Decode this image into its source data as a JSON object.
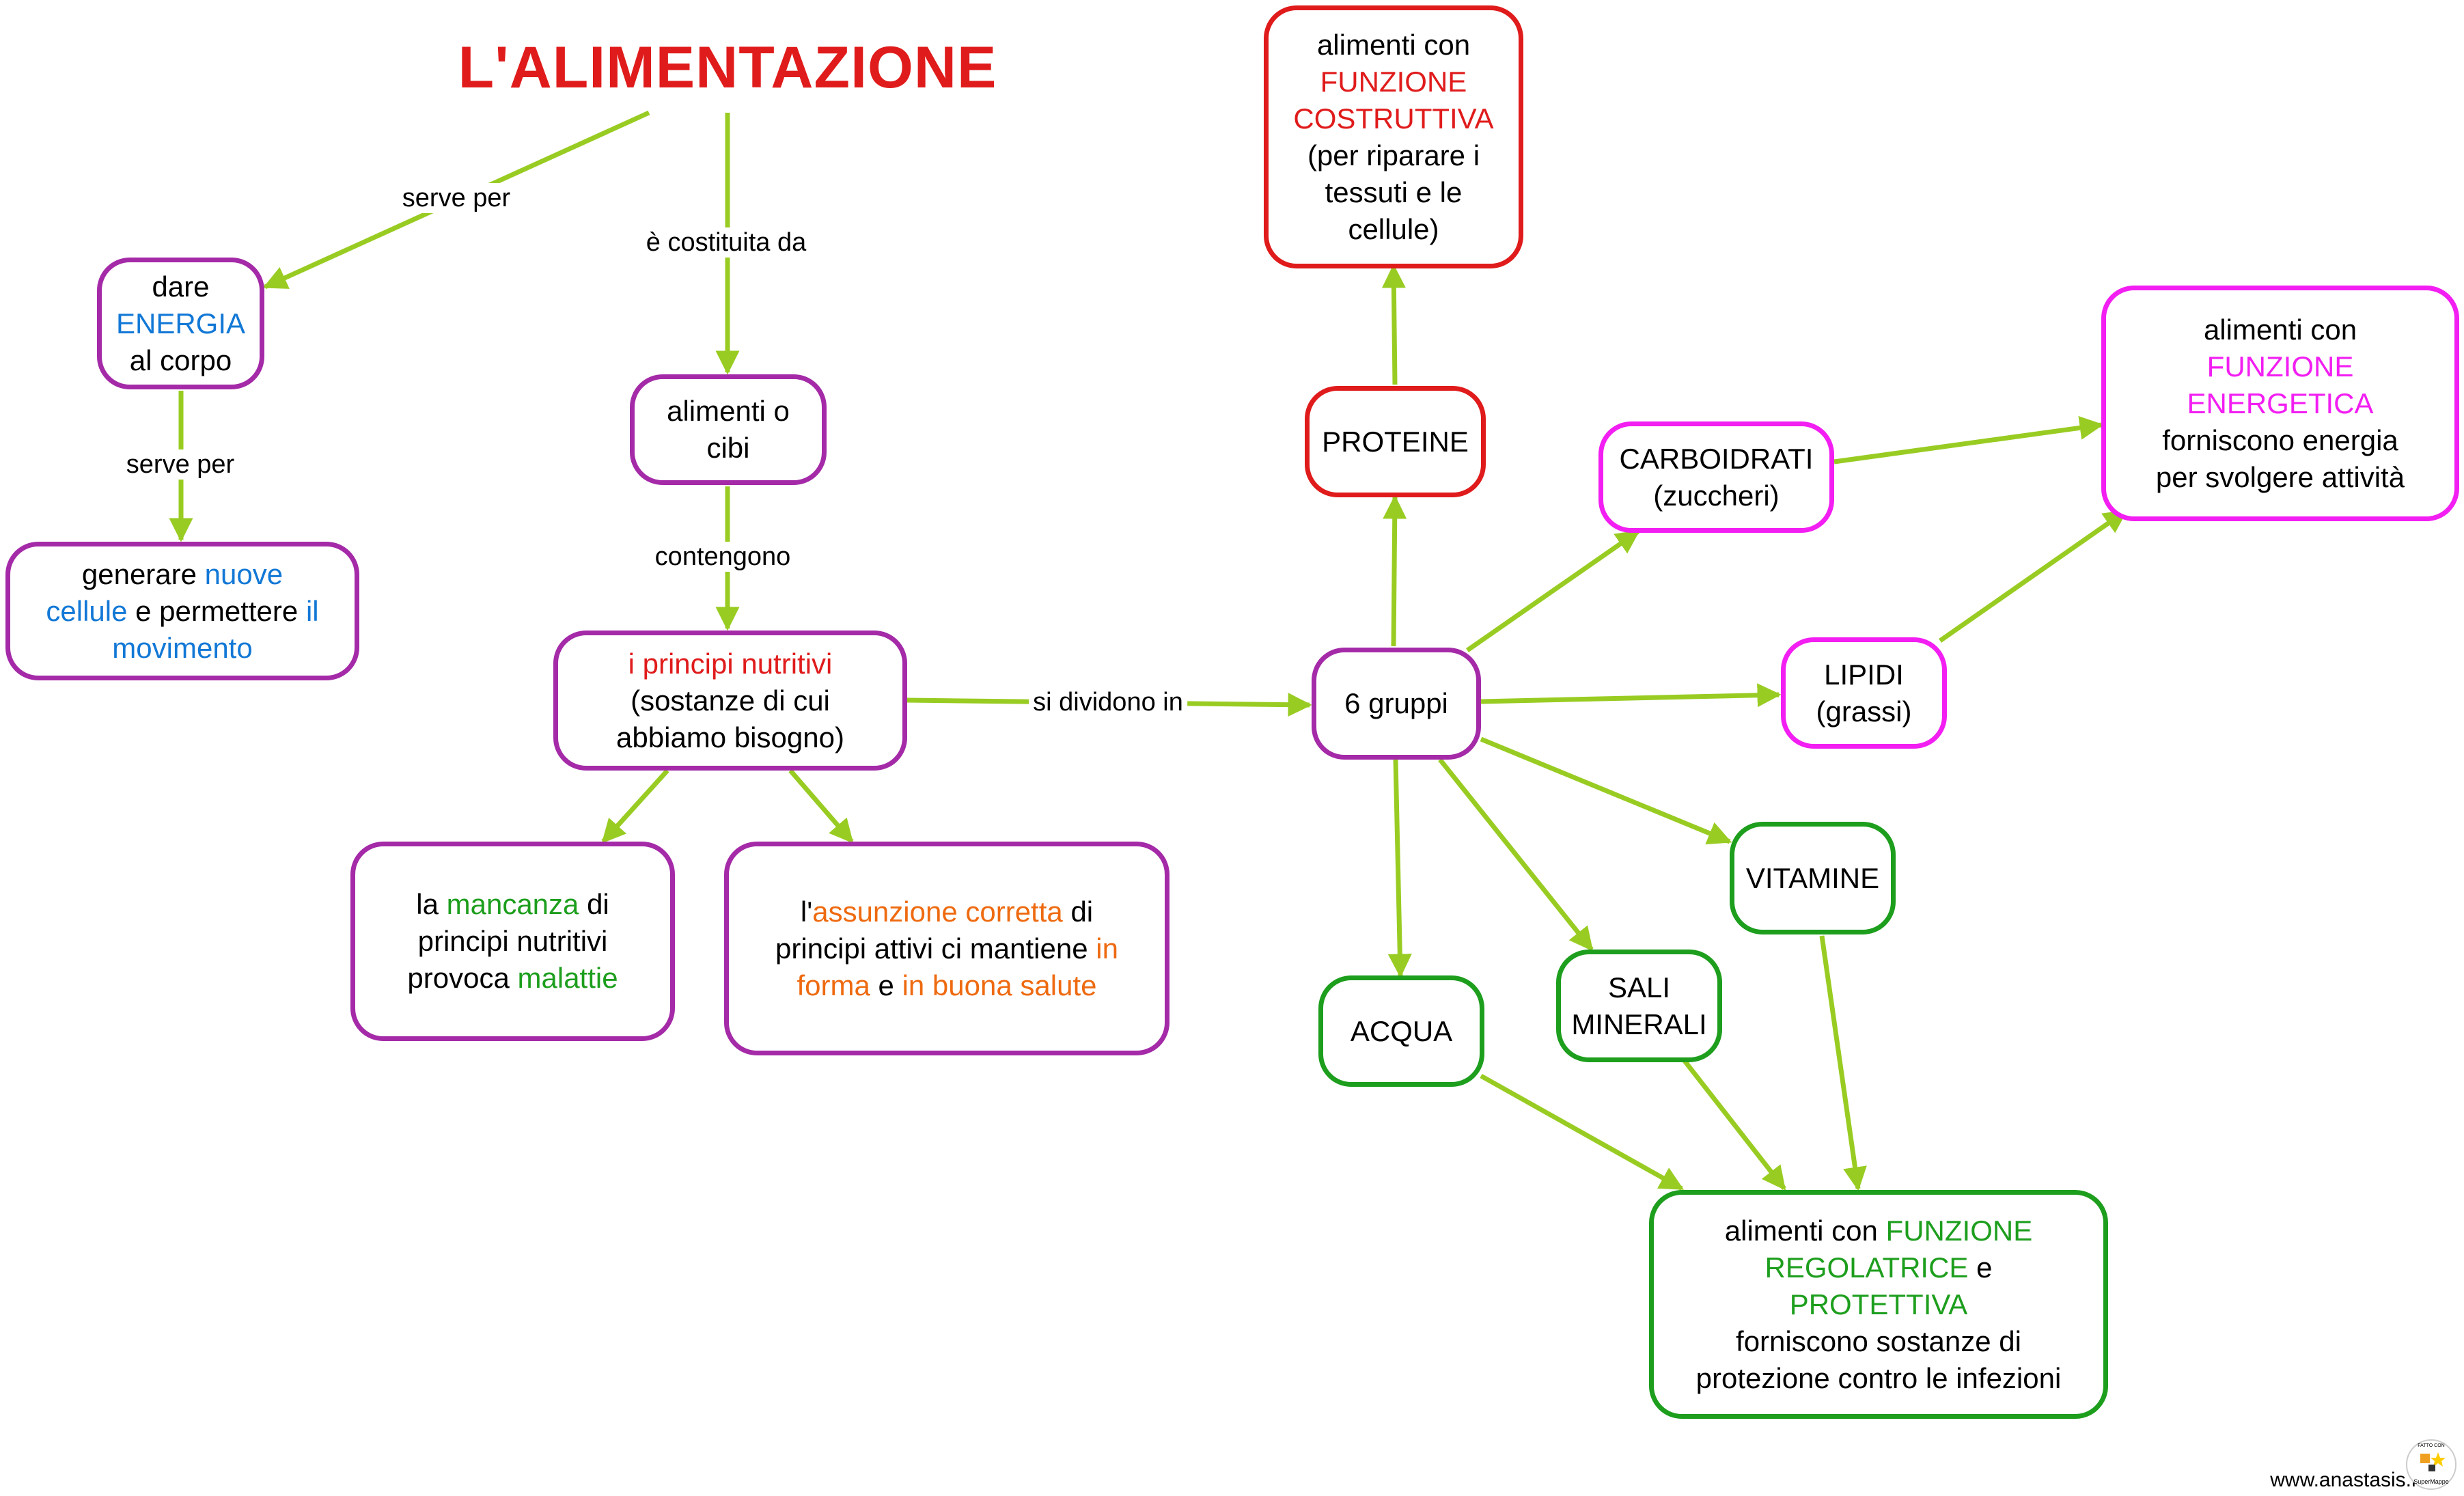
{
  "title": "L'ALIMENTAZIONE",
  "nodes": {
    "dare_energia": {
      "t1": "dare",
      "t2": "ENERGIA",
      "t3": "al corpo"
    },
    "generare": {
      "t1": "generare",
      "t2": "nuove",
      "t3": "cellule",
      "t4": "e permettere",
      "t5": "il",
      "t6": "movimento"
    },
    "alimenti_cibi": {
      "t1": "alimenti o",
      "t2": "cibi"
    },
    "principi": {
      "t1": "i principi nutritivi",
      "t2": "(sostanze di cui",
      "t3": "abbiamo bisogno)"
    },
    "mancanza": {
      "t1": "la",
      "t2": "mancanza",
      "t3": "di",
      "t4": "principi nutritivi",
      "t5": "provoca",
      "t6": "malattie"
    },
    "assunzione": {
      "t1": "l'",
      "t2": "assunzione corretta",
      "t3": "di",
      "t4": "principi attivi ci mantiene",
      "t5": "in",
      "t6": "forma",
      "t7": "e",
      "t8": "in buona salute"
    },
    "costruttiva": {
      "t1": "alimenti con",
      "t2": "FUNZIONE",
      "t3": "COSTRUTTIVA",
      "t4": "(per riparare i",
      "t5": "tessuti e le",
      "t6": "cellule)"
    },
    "proteine": {
      "t1": "PROTEINE"
    },
    "gruppi": {
      "t1": "6 gruppi"
    },
    "carboidrati": {
      "t1": "CARBOIDRATI",
      "t2": "(zuccheri)"
    },
    "energetica": {
      "t1": "alimenti con",
      "t2": "FUNZIONE",
      "t3": "ENERGETICA",
      "t4": "forniscono energia",
      "t5": "per svolgere attività"
    },
    "lipidi": {
      "t1": "LIPIDI",
      "t2": "(grassi)"
    },
    "vitamine": {
      "t1": "VITAMINE"
    },
    "sali": {
      "t1": "SALI",
      "t2": "MINERALI"
    },
    "acqua": {
      "t1": "ACQUA"
    },
    "regolatrice": {
      "t1": "alimenti con",
      "t2": "FUNZIONE",
      "t3": "REGOLATRICE",
      "t4": "e",
      "t5": "PROTETTIVA",
      "t6": "forniscono sostanze di",
      "t7": "protezione contro le infezioni"
    }
  },
  "link_labels": {
    "serve_per_1": "serve per",
    "costituita": "è costituita da",
    "serve_per_2": "serve per",
    "contengono": "contengono",
    "dividono": "si dividono in"
  },
  "footer": "www.anastasis.it",
  "logo": {
    "top": "FATTO CON",
    "bottom": "SuperMappe"
  },
  "colors": {
    "arrow": "#99cc22",
    "purple": "#a42aa8",
    "red": "#e01b1b",
    "magenta": "#f21ef2",
    "green": "#1d9e1d",
    "blue": "#1278d6",
    "orange": "#ee6a10"
  }
}
